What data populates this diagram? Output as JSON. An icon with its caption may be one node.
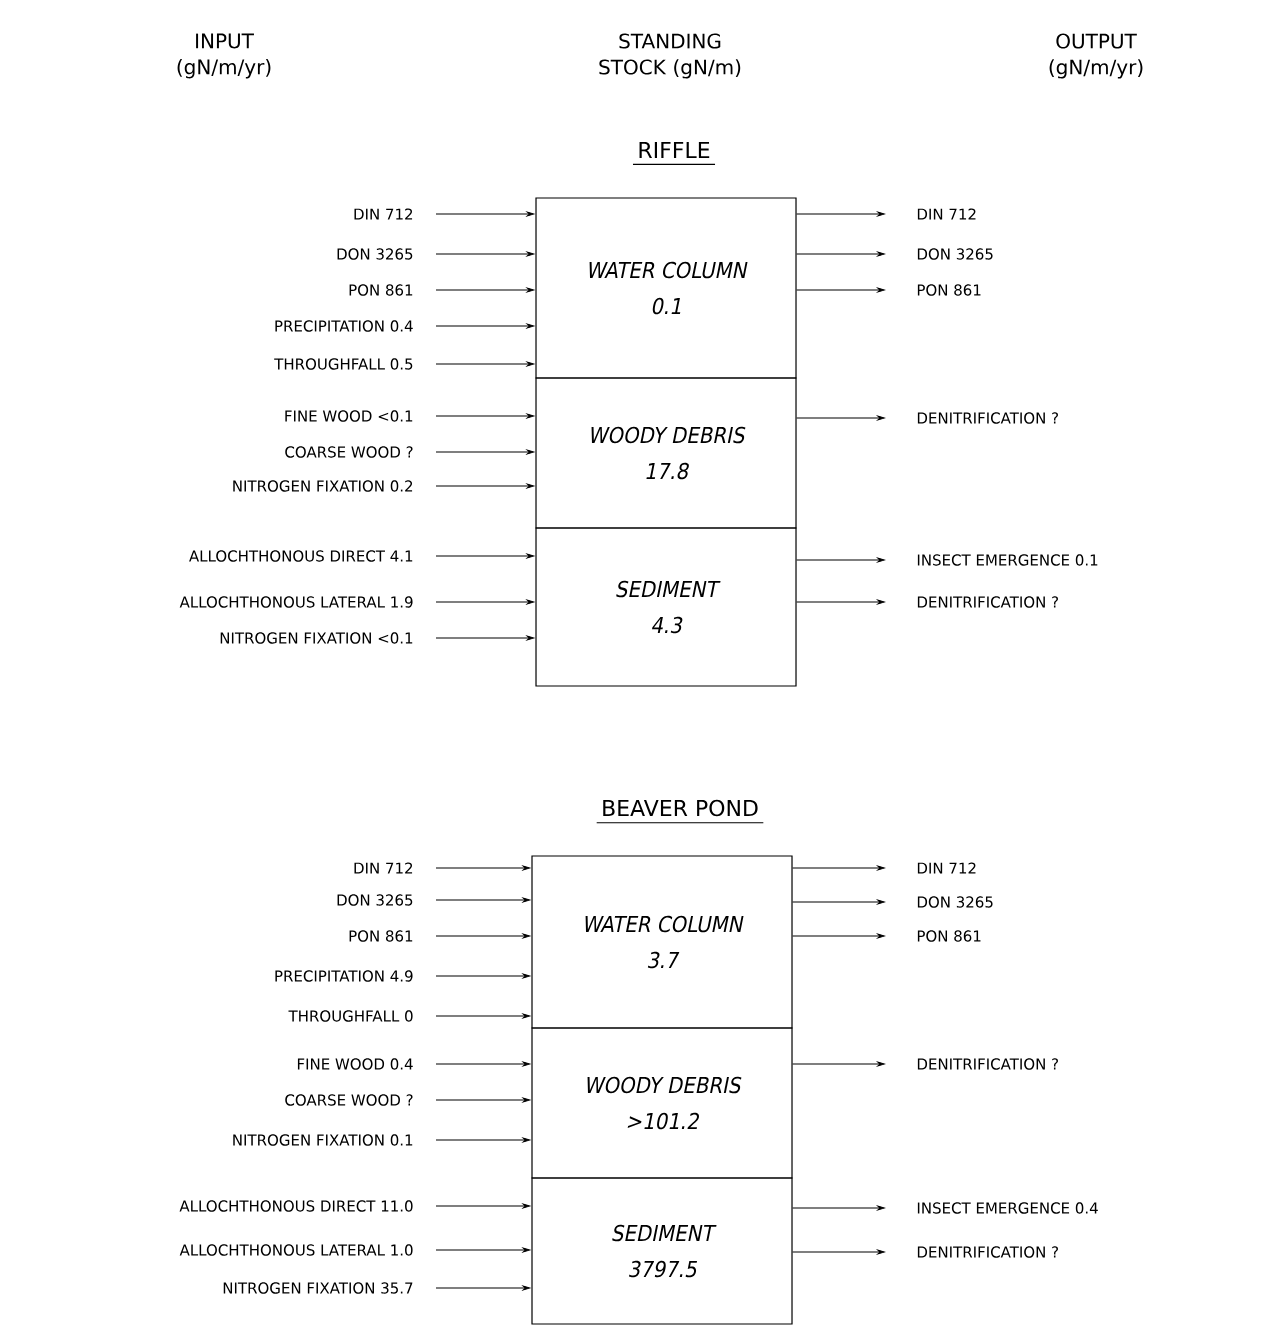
{
  "diagram": {
    "nodes": [
      {
        "text": [
          "WATER COLUMN",
          "0.1"
        ]
      },
      {
        "text": [
          "WOODY DEBRIS",
          "17.8"
        ]
      },
      {
        "text": [
          "SEDIMENT",
          "4.3"
        ]
      },
      {
        "text": [
          "DIN 712"
        ]
      },
      {
        "text": [
          "DON 3265"
        ]
      },
      {
        "text": [
          "PON 861"
        ]
      },
      {
        "text": [
          "PRECIPITATION 0.4"
        ]
      },
      {
        "text": [
          "THROUGHFALL 0.5"
        ]
      },
      {
        "text": [
          "FINE WOOD <0.1"
        ]
      },
      {
        "text": [
          "COARSE WOOD ?"
        ]
      },
      {
        "text": [
          "NITROGEN FIXATION 0.2"
        ]
      },
      {
        "text": [
          "ALLOCHTHONOUS DIRECT 4.1"
        ]
      },
      {
        "text": [
          "ALLOCHTHONOUS LATERAL 1.9"
        ]
      },
      {
        "text": [
          "NITROGEN FIXATION <0.1"
        ]
      },
      {
        "text": [
          "DIN 712"
        ]
      },
      {
        "text": [
          "DON 3265"
        ]
      },
      {
        "text": [
          "PON 861"
        ]
      },
      {
        "text": [
          "DENITRIFICATION ?"
        ]
      },
      {
        "text": [
          "INSECT EMERGENCE 0.1"
        ]
      },
      {
        "text": [
          "DENITRIFICATION ?"
        ]
      },
      {
        "text": [
          "WATER COLUMN",
          "3.7"
        ]
      },
      {
        "text": [
          "WOODY DEBRIS",
          ">101.2"
        ]
      },
      {
        "text": [
          "SEDIMENT",
          "3797.5"
        ]
      },
      {
        "text": [
          "DIN 712"
        ]
      },
      {
        "text": [
          "DON 3265"
        ]
      },
      {
        "text": [
          "PON 861"
        ]
      },
      {
        "text": [
          "PRECIPITATION 4.9"
        ]
      },
      {
        "text": [
          "THROUGHFALL 0"
        ]
      },
      {
        "text": [
          "FINE WOOD 0.4"
        ]
      },
      {
        "text": [
          "COARSE WOOD ?"
        ]
      },
      {
        "text": [
          "NITROGEN FIXATION 0.1"
        ]
      },
      {
        "text": [
          "ALLOCHTHONOUS DIRECT 11.0"
        ]
      },
      {
        "text": [
          "ALLOCHTHONOUS LATERAL 1.0"
        ]
      },
      {
        "text": [
          "NITROGEN FIXATION 35.7"
        ]
      },
      {
        "text": [
          "DIN 712"
        ]
      },
      {
        "text": [
          "DON 3265"
        ]
      },
      {
        "text": [
          "PON 861"
        ]
      },
      {
        "text": [
          "DENITRIFICATION ?"
        ]
      },
      {
        "text": [
          "INSECT EMERGENCE 0.4"
        ]
      },
      {
        "text": [
          "DENITRIFICATION ?"
        ]
      }
    ],
    "edges": [
      {
        "from": 3,
        "to": 0,
        "arrow": "to"
      },
      {
        "from": 4,
        "to": 0,
        "arrow": "to"
      },
      {
        "from": 5,
        "to": 0,
        "arrow": "to"
      },
      {
        "from": 6,
        "to": 0,
        "arrow": "to"
      },
      {
        "from": 7,
        "to": 0,
        "arrow": "to"
      },
      {
        "from": 8,
        "to": 1,
        "arrow": "to"
      },
      {
        "from": 9,
        "to": 1,
        "arrow": "to"
      },
      {
        "from": 10,
        "to": 1,
        "arrow": "to"
      },
      {
        "from": 11,
        "to": 2,
        "arrow": "to"
      },
      {
        "from": 12,
        "to": 2,
        "arrow": "to"
      },
      {
        "from": 13,
        "to": 2,
        "arrow": "to"
      },
      {
        "from": 0,
        "to": 14,
        "arrow": "to"
      },
      {
        "from": 0,
        "to": 15,
        "arrow": "to"
      },
      {
        "from": 0,
        "to": 16,
        "arrow": "to"
      },
      {
        "from": 1,
        "to": 17,
        "arrow": "to"
      },
      {
        "from": 2,
        "to": 18,
        "arrow": "to"
      },
      {
        "from": 2,
        "to": 19,
        "arrow": "to"
      },
      {
        "from": 23,
        "to": 20,
        "arrow": "to"
      },
      {
        "from": 24,
        "to": 20,
        "arrow": "to"
      },
      {
        "from": 25,
        "to": 20,
        "arrow": "to"
      },
      {
        "from": 26,
        "to": 20,
        "arrow": "to"
      },
      {
        "from": 27,
        "to": 20,
        "arrow": "to"
      },
      {
        "from": 28,
        "to": 21,
        "arrow": "to"
      },
      {
        "from": 29,
        "to": 21,
        "arrow": "to"
      },
      {
        "from": 30,
        "to": 21,
        "arrow": "to"
      },
      {
        "from": 31,
        "to": 22,
        "arrow": "to"
      },
      {
        "from": 32,
        "to": 22,
        "arrow": "to"
      },
      {
        "from": 33,
        "to": 22,
        "arrow": "to"
      },
      {
        "from": 20,
        "to": 34,
        "arrow": "to"
      },
      {
        "from": 20,
        "to": 35,
        "arrow": "to"
      },
      {
        "from": 20,
        "to": 36,
        "arrow": "to"
      },
      {
        "from": 21,
        "to": 37,
        "arrow": "to"
      },
      {
        "from": 22,
        "to": 38,
        "arrow": "to"
      },
      {
        "from": 22,
        "to": 39,
        "arrow": "to"
      }
    ],
    "labels": [
      "INPUT (gN/m/yr)",
      "STANDING STOCK (gN/m)",
      "OUTPUT (gN/m/yr)",
      "RIFFLE",
      "BEAVER POND"
    ]
  }
}
